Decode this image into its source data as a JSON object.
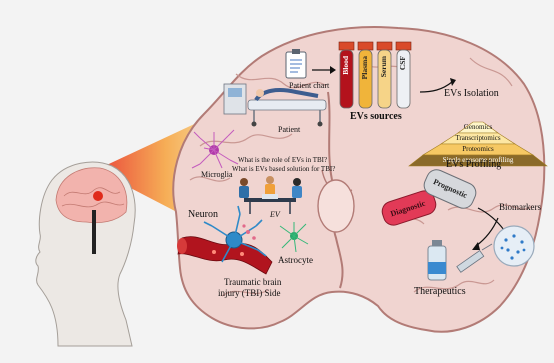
{
  "labels": {
    "patient_chart": "Patient chart",
    "patient": "Patient",
    "evs_sources": "EVs sources",
    "evs_isolation": "EVs Isolation",
    "question_role": "What is the role of EVs in TBI?",
    "question_solution": "What is EVs based solution for TBI?",
    "microglia": "Microglia",
    "neuron": "Neuron",
    "ev": "EV",
    "astrocyte": "Astrocyte",
    "tbi_side_line1": "Traumatic brain",
    "tbi_side_line2": "injury (TBI) Side",
    "evs_profiling": "EVs Profiling",
    "biomarkers": "Biomarkers",
    "therapeutics": "Therapeutics",
    "diagnostic": "Diagnostic",
    "prognostic": "Prognostic"
  },
  "tubes": [
    {
      "label": "Blood",
      "color": "#b3121c"
    },
    {
      "label": "Plasma",
      "color": "#f0b43a"
    },
    {
      "label": "Serum",
      "color": "#f6d488"
    },
    {
      "label": "CSF",
      "color": "#eef0f4"
    }
  ],
  "pyramid": [
    "Genomics",
    "Transcriptomics",
    "Proteomics",
    "Single exosome profiling"
  ],
  "colors": {
    "brain_fill": "#f0d4d0",
    "brain_stroke": "#b27b76",
    "beam": "#f6b63c",
    "head": "#eae6e2",
    "pyramid_tiers": [
      "#fff6c8",
      "#fde7a3",
      "#f6c863",
      "#8a6a2a"
    ]
  }
}
